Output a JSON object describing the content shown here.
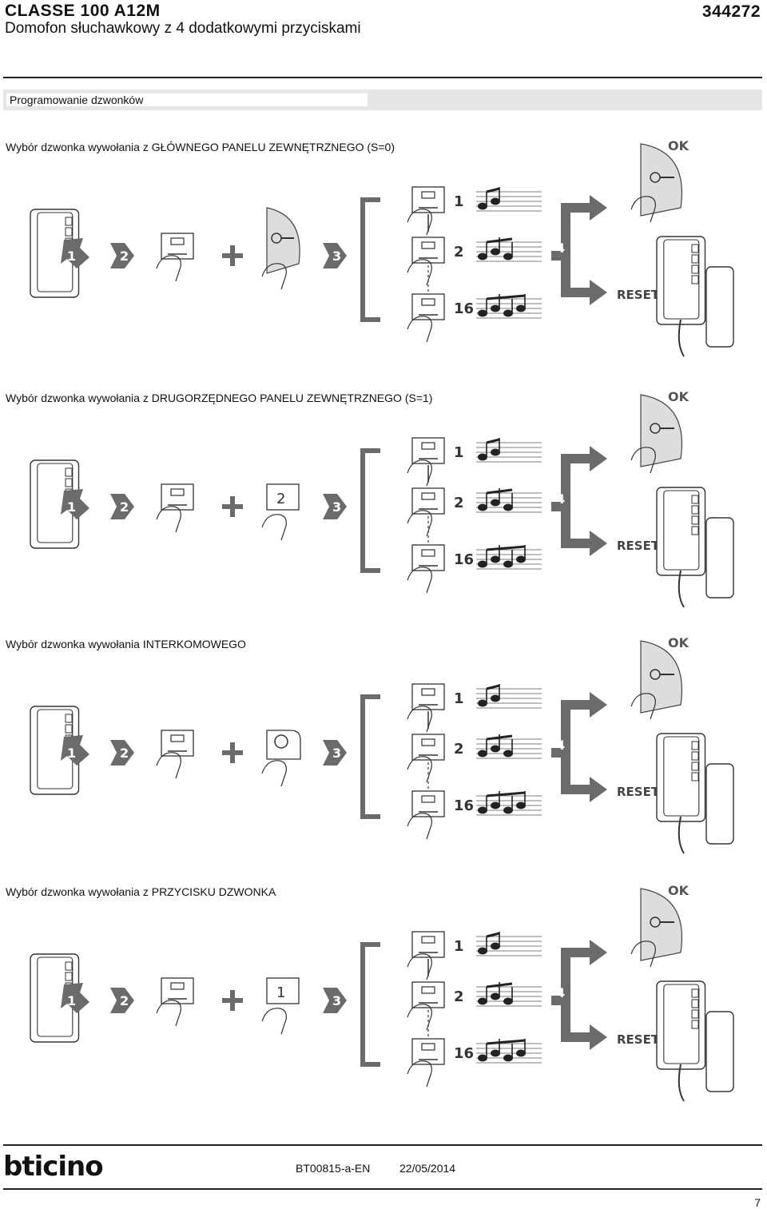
{
  "header": {
    "model": "CLASSE 100 A12M",
    "subtitle": "Domofon słuchawkowy z 4 dodatkowymi przyciskami",
    "code": "344272"
  },
  "section_bar": {
    "label": "Programowanie dzwonków"
  },
  "sections": [
    {
      "title": "Wybór dzwonka wywołania z GŁÓWNEGO PANELU ZEWNĘTRZNEGO (S=0)",
      "button_symbol": "key-icon",
      "button_label": ""
    },
    {
      "title": "Wybór dzwonka wywołania z DRUGORZĘDNEGO PANELU ZEWNĘTRZNEGO (S=1)",
      "button_symbol": "digit",
      "button_label": "2"
    },
    {
      "title": "Wybór dzwonka wywołania INTERKOMOWEGO",
      "button_symbol": "circle-icon",
      "button_label": ""
    },
    {
      "title": "Wybór dzwonka wywołania z PRZYCISKU DZWONKA",
      "button_symbol": "digit",
      "button_label": "1"
    }
  ],
  "diagram": {
    "step_labels": [
      "1",
      "2",
      "3",
      "4"
    ],
    "melody_numbers": [
      "1",
      "2",
      "16"
    ],
    "ok_label": "OK",
    "reset_label": "RESET"
  },
  "footer": {
    "logo": "bticino",
    "doc_ref": "BT00815-a-EN",
    "date": "22/05/2014",
    "page_number": "7"
  },
  "colors": {
    "arrow": "#6b6b6b",
    "section_bar": "#e6e6e6",
    "rule": "#222222"
  }
}
